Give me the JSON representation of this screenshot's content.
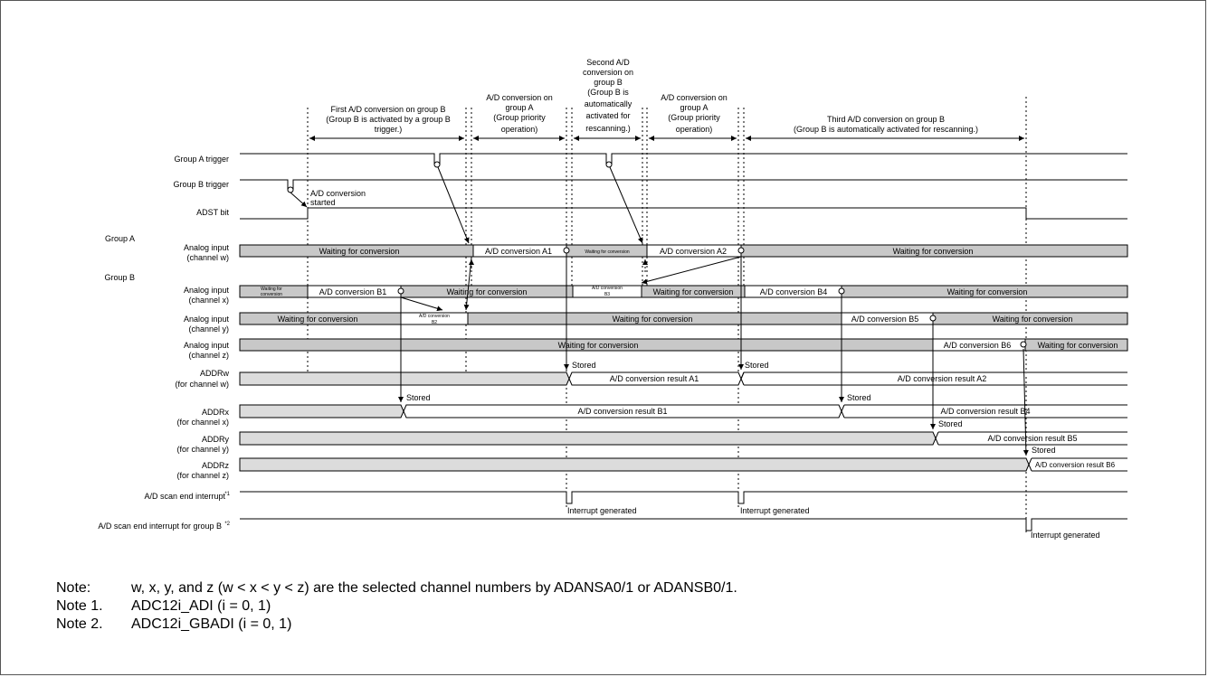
{
  "signals": {
    "group_a_trigger": "Group A trigger",
    "group_b_trigger": "Group B trigger",
    "adst_bit": "ADST bit",
    "group_a": "Group A",
    "group_b": "Group B",
    "analog_input": "Analog input",
    "ch_w": "(channel w)",
    "ch_x": "(channel x)",
    "ch_y": "(channel y)",
    "ch_z": "(channel z)",
    "addrw": "ADDRw",
    "addrx": "ADDRx",
    "addry": "ADDRy",
    "addrz": "ADDRz",
    "for_w": "(for channel w)",
    "for_x": "(for channel x)",
    "for_y": "(for channel y)",
    "for_z": "(for channel z)",
    "scan_end": "A/D scan end interrupt",
    "scan_end_sup": "*1",
    "scan_end_b": "A/D scan end interrupt for group B",
    "scan_end_b_sup": "*2"
  },
  "phases": {
    "first": [
      "First A/D conversion on group B",
      "(Group B is activated by a group B",
      "trigger.)"
    ],
    "groupa1": [
      "A/D conversion on",
      "group A",
      "(Group priority",
      "operation)"
    ],
    "second": [
      "Second A/D",
      "conversion on",
      "group B",
      "(Group B is",
      "automatically",
      "activated for",
      "rescanning.)"
    ],
    "groupa2": [
      "A/D conversion on",
      "group A",
      "(Group priority",
      "operation)"
    ],
    "third": [
      "Third A/D conversion on group B",
      "(Group B is automatically activated for rescanning.)"
    ]
  },
  "labels": {
    "conversion_started": [
      "A/D conversion",
      "started"
    ],
    "waiting": "Waiting for conversion",
    "waiting_small": [
      "Waiting for",
      "conversion"
    ],
    "conv_a1": "A/D conversion A1",
    "conv_a2": "A/D conversion A2",
    "conv_b1": "A/D conversion B1",
    "conv_b2": [
      "A/D conversion",
      "B2"
    ],
    "conv_b3": [
      "A/D conversion",
      "B3"
    ],
    "conv_b4": "A/D conversion B4",
    "conv_b5": "A/D conversion B5",
    "conv_b6": "A/D conversion B6",
    "stored": "Stored",
    "result_a1": "A/D conversion result A1",
    "result_a2": "A/D conversion result A2",
    "result_b1": "A/D conversion result B1",
    "result_b4": "A/D conversion result B4",
    "result_b5": "A/D conversion result B5",
    "result_b6": "A/D conversion result B6",
    "interrupt": "Interrupt generated"
  },
  "notes": [
    {
      "label": "Note:",
      "text": "w, x, y, and z (w < x < y < z) are the selected channel numbers by ADANSA0/1 or ADANSB0/1."
    },
    {
      "label": "Note 1.",
      "text": "ADC12i_ADI (i = 0, 1)"
    },
    {
      "label": "Note 2.",
      "text": "ADC12i_GBADI (i = 0, 1)"
    }
  ]
}
